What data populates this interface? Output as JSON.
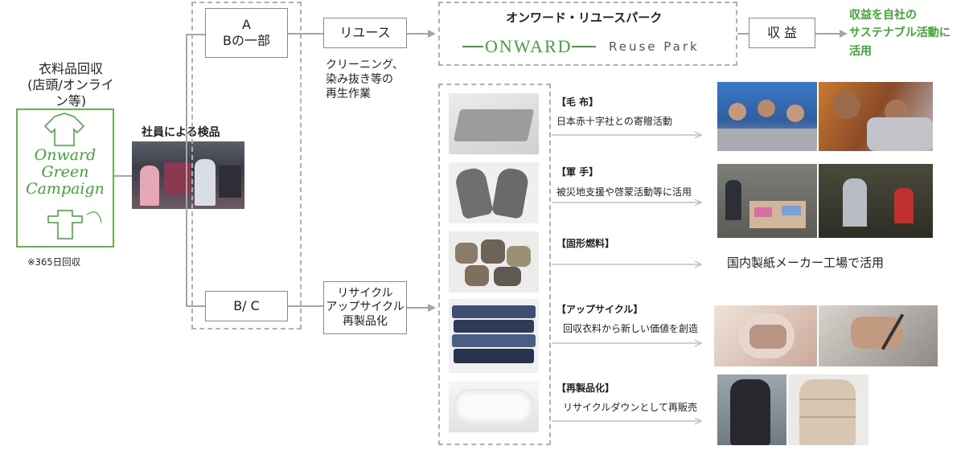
{
  "left": {
    "title_line1": "衣料品回収",
    "title_line2": "(店頭/オンライン等)",
    "logo_line1": "Onward",
    "logo_line2": "Green",
    "logo_line3": "Campaign",
    "note": "※365日回収",
    "inspection_label": "社員による検品"
  },
  "grades": {
    "ab_line1": "A",
    "ab_line2": "Bの一部",
    "bc": "B/ C"
  },
  "reuse": {
    "label": "リユース",
    "sub1": "クリーニング、",
    "sub2": "染み抜き等の",
    "sub3": "再生作業",
    "park_title": "オンワード・リユースパーク",
    "park_logo": "ONWARD",
    "park_logo_sub": "Reuse Park",
    "profit": "収 益",
    "profit_use1": "収益を自社の",
    "profit_use2": "サステナブル活動に",
    "profit_use3": "活用"
  },
  "recycle": {
    "line1": "リサイクル",
    "line2": "アップサイクル",
    "line3": "再製品化"
  },
  "items": [
    {
      "title": "【毛 布】",
      "desc": "日本赤十字社との寄贈活動"
    },
    {
      "title": "【軍 手】",
      "desc": "被災地支援や啓蒙活動等に活用"
    },
    {
      "title": "【固形燃料】",
      "desc": "",
      "result": "国内製紙メーカー工場で活用"
    },
    {
      "title": "【アップサイクル】",
      "desc": "回収衣料から新しい価値を創造"
    },
    {
      "title": "【再製品化】",
      "desc": "リサイクルダウンとして再販売"
    }
  ],
  "colors": {
    "accent_green": "#3fa535",
    "line_gray": "#a6a6a6"
  }
}
